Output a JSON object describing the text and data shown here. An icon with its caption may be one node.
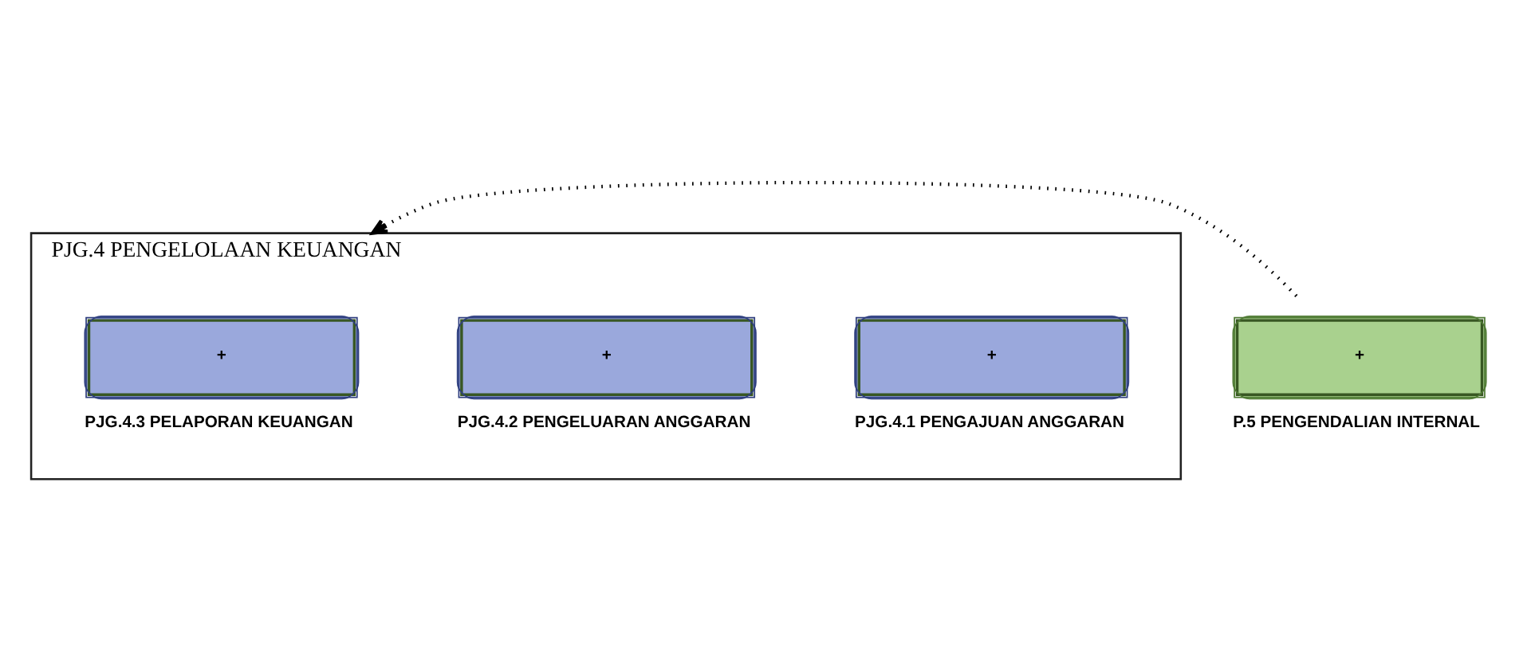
{
  "diagram": {
    "nodes": [
      {
        "text": [
          "PJG.4 PENGELOLAAN KEUANGAN"
        ]
      },
      {
        "text": [
          "+"
        ],
        "in": 0,
        "beside": [
          "PJG.4.1 PENGAJUAN ANGGARAN"
        ]
      },
      {
        "text": [
          "+"
        ],
        "in": 0,
        "beside": [
          "PJG.4.2 PENGELUARAN ANGGARAN"
        ]
      },
      {
        "text": [
          "+"
        ],
        "in": 0,
        "beside": [
          "PJG.4.3 PELAPORAN KEUANGAN"
        ]
      },
      {
        "text": [
          "+"
        ],
        "beside": [
          "P.5 PENGENDALIAN INTERNAL"
        ]
      }
    ],
    "edges": [
      {
        "from": 4,
        "to": 0,
        "arrow": "to",
        "style": "dashed"
      }
    ]
  }
}
